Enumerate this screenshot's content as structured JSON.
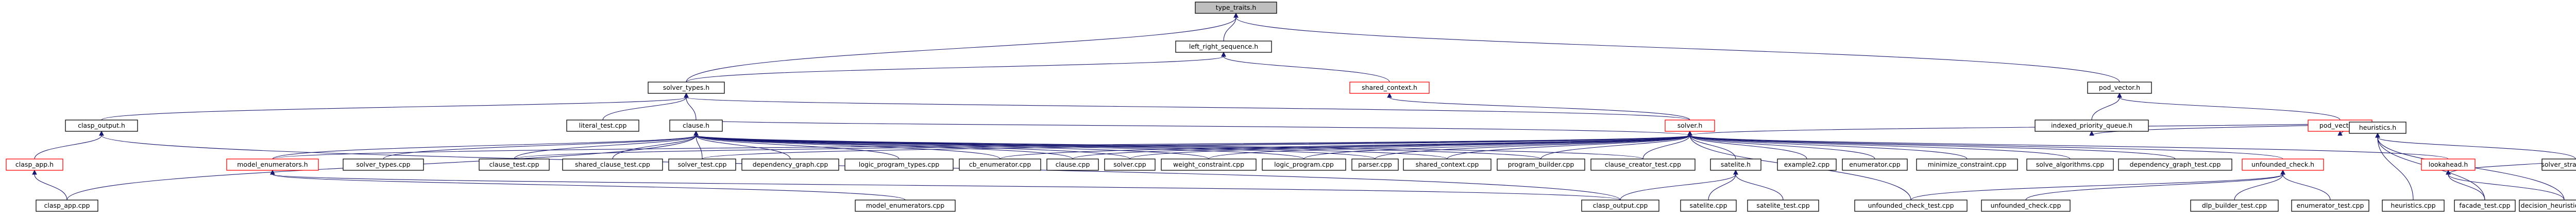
{
  "diagram": {
    "type": "include-dependency-graph",
    "colors": {
      "root_fill": "#bfbfbf",
      "node_border": "#000000",
      "node_border_red": "#ff0000",
      "edge": "#191970"
    },
    "nodes": [
      {
        "id": "type_traits",
        "label": "type_traits.h",
        "style": "root"
      },
      {
        "id": "left_right",
        "label": "left_right_sequence.h",
        "style": "normal"
      },
      {
        "id": "solver_types",
        "label": "solver_types.h",
        "style": "normal"
      },
      {
        "id": "shared_context",
        "label": "shared_context.h",
        "style": "red"
      },
      {
        "id": "pod_vector",
        "label": "pod_vector.h",
        "style": "normal"
      },
      {
        "id": "clasp_output",
        "label": "clasp_output.h",
        "style": "normal"
      },
      {
        "id": "literal_test",
        "label": "literal_test.cpp",
        "style": "normal"
      },
      {
        "id": "clause_h",
        "label": "clause.h",
        "style": "normal"
      },
      {
        "id": "solver_h",
        "label": "solver.h",
        "style": "red"
      },
      {
        "id": "indexed_pq",
        "label": "indexed_priority_queue.h",
        "style": "normal"
      },
      {
        "id": "pod_vector_cpp",
        "label": "pod_vector.h",
        "style": "red"
      },
      {
        "id": "clasp_app_h",
        "label": "clasp_app.h",
        "style": "red"
      },
      {
        "id": "model_enum_h",
        "label": "model_enumerators.h",
        "style": "red"
      },
      {
        "id": "solver_types_cpp",
        "label": "solver_types.cpp",
        "style": "normal"
      },
      {
        "id": "clause_test",
        "label": "clause_test.cpp",
        "style": "normal"
      },
      {
        "id": "shared_clause_test",
        "label": "shared_clause_test.cpp",
        "style": "normal"
      },
      {
        "id": "solver_test",
        "label": "solver_test.cpp",
        "style": "normal"
      },
      {
        "id": "dependency_graph",
        "label": "dependency_graph.cpp",
        "style": "normal"
      },
      {
        "id": "logic_program_types",
        "label": "logic_program_types.cpp",
        "style": "normal"
      },
      {
        "id": "cb_enumerator",
        "label": "cb_enumerator.cpp",
        "style": "normal"
      },
      {
        "id": "clause_cpp",
        "label": "clause.cpp",
        "style": "normal"
      },
      {
        "id": "solver_cpp",
        "label": "solver.cpp",
        "style": "normal"
      },
      {
        "id": "weight_constraint",
        "label": "weight_constraint.cpp",
        "style": "normal"
      },
      {
        "id": "logic_program",
        "label": "logic_program.cpp",
        "style": "normal"
      },
      {
        "id": "parser",
        "label": "parser.cpp",
        "style": "normal"
      },
      {
        "id": "shared_context_cpp",
        "label": "shared_context.cpp",
        "style": "normal"
      },
      {
        "id": "program_builder",
        "label": "program_builder.cpp",
        "style": "normal"
      },
      {
        "id": "clause_creator_test",
        "label": "clause_creator_test.cpp",
        "style": "normal"
      },
      {
        "id": "satelite_h",
        "label": "satelite.h",
        "style": "normal"
      },
      {
        "id": "example2",
        "label": "example2.cpp",
        "style": "normal"
      },
      {
        "id": "enumerator_cpp",
        "label": "enumerator.cpp",
        "style": "normal"
      },
      {
        "id": "minimize_constraint",
        "label": "minimize_constraint.cpp",
        "style": "normal"
      },
      {
        "id": "solve_algorithms",
        "label": "solve_algorithms.cpp",
        "style": "normal"
      },
      {
        "id": "dependency_graph_test",
        "label": "dependency_graph_test.cpp",
        "style": "normal"
      },
      {
        "id": "unfounded_check_h",
        "label": "unfounded_check.h",
        "style": "red"
      },
      {
        "id": "heuristics_h",
        "label": "heuristics.h",
        "style": "normal"
      },
      {
        "id": "lookahead_h",
        "label": "lookahead.h",
        "style": "red"
      },
      {
        "id": "clasp_app_cpp",
        "label": "clasp_app.cpp",
        "style": "normal"
      },
      {
        "id": "model_enumerators_cpp",
        "label": "model_enumerators.cpp",
        "style": "normal"
      },
      {
        "id": "clasp_output_cpp",
        "label": "clasp_output.cpp",
        "style": "normal"
      },
      {
        "id": "satelite_cpp",
        "label": "satelite.cpp",
        "style": "normal"
      },
      {
        "id": "satelite_test",
        "label": "satelite_test.cpp",
        "style": "normal"
      },
      {
        "id": "unfounded_check_test",
        "label": "unfounded_check_test.cpp",
        "style": "normal"
      },
      {
        "id": "unfounded_check_cpp",
        "label": "unfounded_check.cpp",
        "style": "normal"
      },
      {
        "id": "dlp_builder_test",
        "label": "dlp_builder_test.cpp",
        "style": "normal"
      },
      {
        "id": "enumerator_test",
        "label": "enumerator_test.cpp",
        "style": "normal"
      },
      {
        "id": "heuristics_cpp",
        "label": "heuristics.cpp",
        "style": "normal"
      },
      {
        "id": "facade_test",
        "label": "facade_test.cpp",
        "style": "normal"
      },
      {
        "id": "decision_heuristic_test",
        "label": "decision_heuristic_test.cpp",
        "style": "normal"
      },
      {
        "id": "solver_strategies",
        "label": "solver_strategies.cpp",
        "style": "normal"
      }
    ]
  }
}
